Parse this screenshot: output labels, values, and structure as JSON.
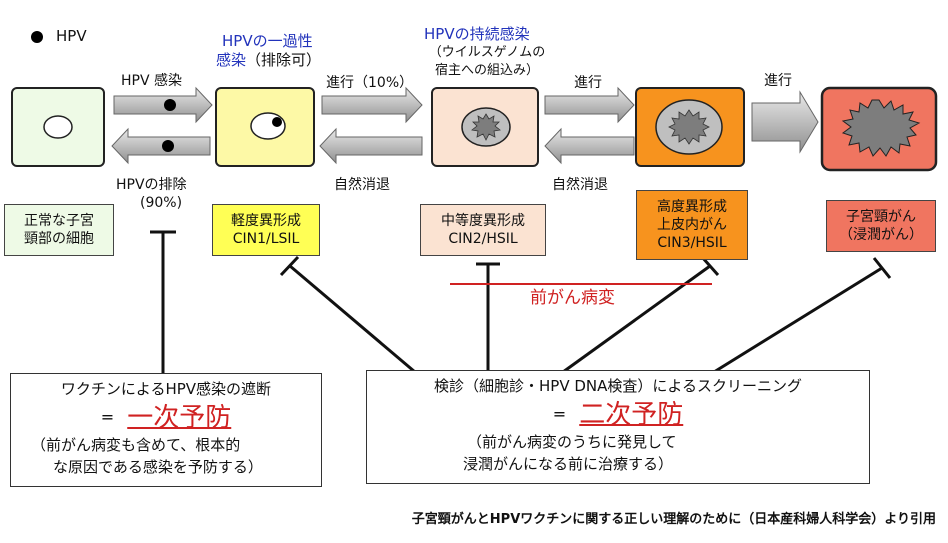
{
  "legend": {
    "label": "HPV"
  },
  "stage_captions": {
    "transient_title": "HPVの一過性",
    "transient_sub1": "感染",
    "transient_sub2": "（排除可）",
    "persistent_title": "HPVの持続感染",
    "persistent_sub1": "（ウイルスゲノムの",
    "persistent_sub2": "宿主への組込み）"
  },
  "arrows": {
    "infection": "HPV 感染",
    "elimination": "HPVの排除",
    "elimination_pct": "(90%)",
    "progress_10": "進行（10%）",
    "regress_1": "自然消退",
    "progress_2": "進行",
    "regress_2": "自然消退",
    "progress_3": "進行"
  },
  "stages": [
    {
      "lines": [
        "正常な子宮",
        "頸部の細胞"
      ],
      "color": "#eefae6"
    },
    {
      "lines": [
        "軽度異形成",
        "CIN1/LSIL"
      ],
      "color": "#ffff55"
    },
    {
      "lines": [
        "中等度異形成",
        "CIN2/HSIL"
      ],
      "color": "#fbe3d2"
    },
    {
      "lines": [
        "高度異形成",
        "上皮内がん",
        "CIN3/HSIL"
      ],
      "color": "#f7931e"
    },
    {
      "lines": [
        "子宮頸がん",
        "（浸潤がん）"
      ],
      "color": "#f07560"
    }
  ],
  "precancer_label": "前がん病変",
  "primary": {
    "title": "ワクチンによるHPV感染の遮断",
    "eq": "=",
    "name": "一次予防",
    "note1": "（前がん病変も含めて、根本的",
    "note2": "な原因である感染を予防する）"
  },
  "secondary": {
    "title": "検診（細胞診・HPV DNA検査）によるスクリーニング",
    "eq": "=",
    "name": "二次予防",
    "note1": "（前がん病変のうちに発見して",
    "note2": "浸潤がんになる前に治療する）"
  },
  "citation": "子宮頸がんとHPVワクチンに関する正しい理解のために（日本産科婦人科学会）より引用",
  "colors": {
    "accent_red": "#d02222",
    "caption_blue": "#2233bb"
  }
}
